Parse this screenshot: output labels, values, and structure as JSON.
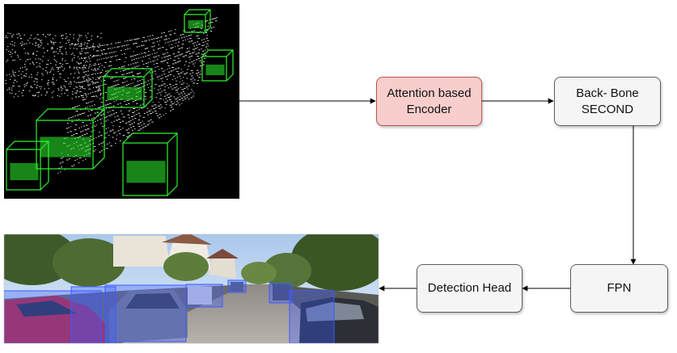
{
  "diagram": {
    "nodes": {
      "encoder": {
        "label": "Attention based\nEncoder"
      },
      "backbone": {
        "label": "Back- Bone\nSECOND"
      },
      "fpn": {
        "label": "FPN"
      },
      "detection": {
        "label": "Detection Head"
      }
    },
    "images": {
      "point_cloud": {
        "description": "LiDAR point cloud with green 3D boxes"
      },
      "camera": {
        "description": "Camera street image with blue 3D boxes"
      }
    },
    "edges": [
      {
        "from": "point_cloud",
        "to": "encoder"
      },
      {
        "from": "encoder",
        "to": "backbone"
      },
      {
        "from": "backbone",
        "to": "fpn"
      },
      {
        "from": "fpn",
        "to": "detection"
      },
      {
        "from": "detection",
        "to": "camera"
      }
    ],
    "colors": {
      "encoder_fill": "#f8cecc",
      "encoder_stroke": "#b85450",
      "node_fill": "#f5f5f5",
      "node_stroke": "#5f5f5f",
      "lidar_box": "#2ef22e",
      "camera_box": "#3b5bff"
    }
  }
}
